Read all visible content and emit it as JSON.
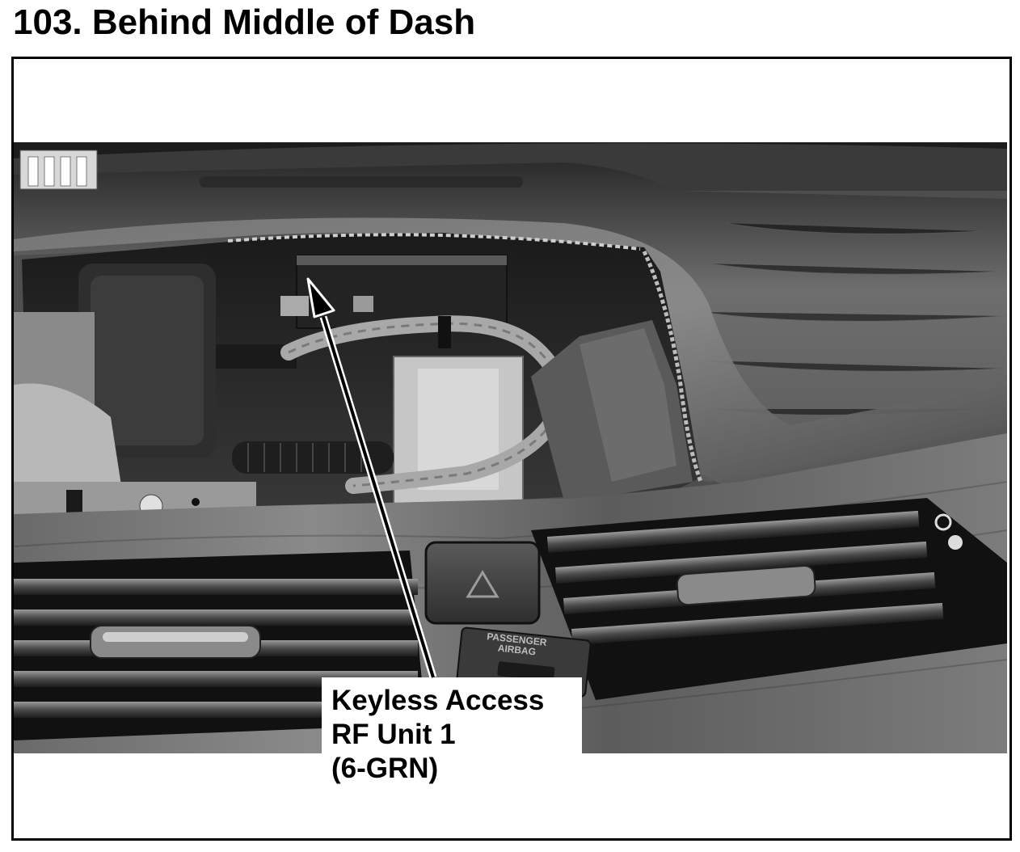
{
  "title": "103. Behind Middle of Dash",
  "photo": {
    "hazard_button_label_line1": "PASSENGER",
    "hazard_button_label_line2": "AIRBAG"
  },
  "callout": {
    "line1": "Keyless Access",
    "line2": "RF Unit 1",
    "line3": "(6-GRN)"
  }
}
